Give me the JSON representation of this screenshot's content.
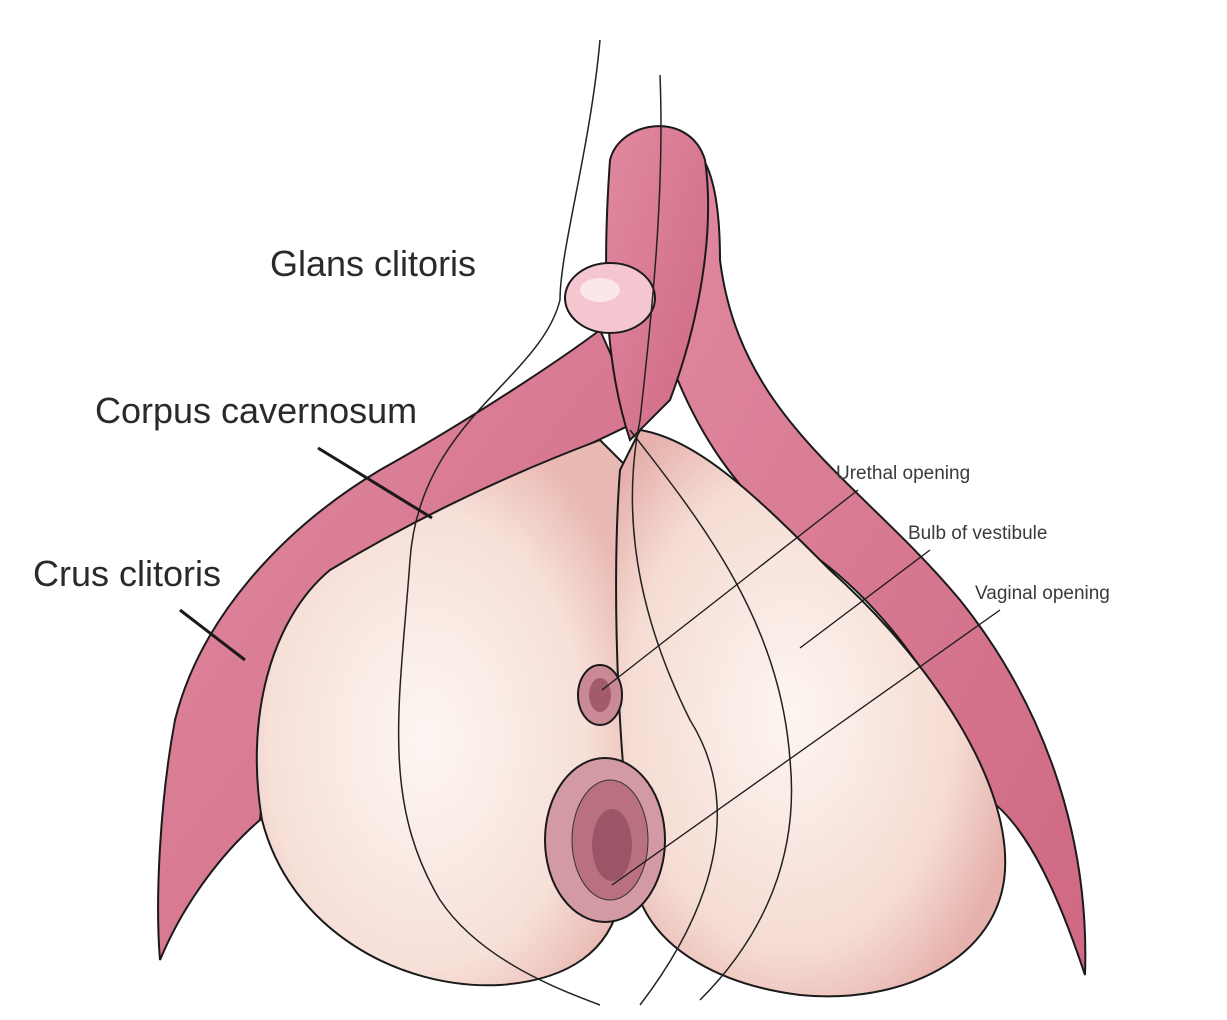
{
  "labels": {
    "glans": "Glans clitoris",
    "corpus": "Corpus cavernosum",
    "crus": "Crus clitoris",
    "urethral": "Urethal opening",
    "bulb": "Bulb of vestibule",
    "vaginal": "Vaginal opening"
  },
  "colors": {
    "erectile_pink": "#d9758e",
    "bulb_cream": "#f7e2da",
    "outline": "#1a1a1a"
  }
}
